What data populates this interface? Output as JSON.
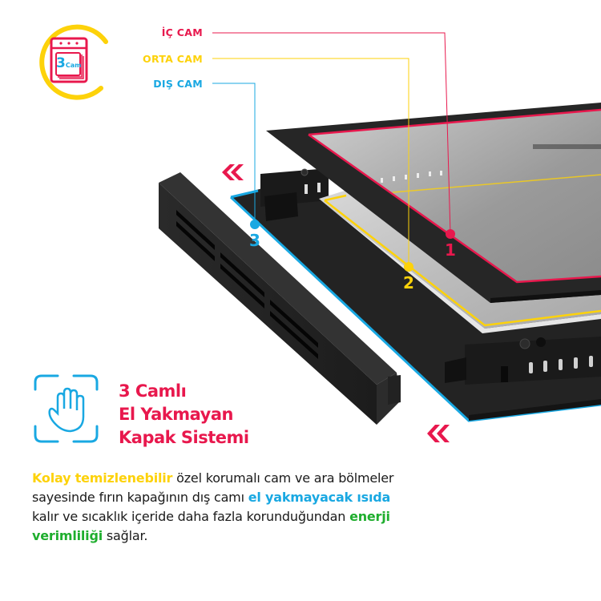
{
  "colors": {
    "inner_glass": "#e8184d",
    "middle_glass": "#fdd20a",
    "outer_glass": "#19a8e2",
    "green": "#1fae2e",
    "text": "#1a1a1a"
  },
  "badge": {
    "icon": "oven-icon",
    "number": "3",
    "text": "Cam"
  },
  "callouts": [
    {
      "label": "İÇ CAM",
      "number": "1",
      "color": "#e8184d"
    },
    {
      "label": "ORTA CAM",
      "number": "2",
      "color": "#fdd20a"
    },
    {
      "label": "DIŞ CAM",
      "number": "3",
      "color": "#19a8e2"
    }
  ],
  "feature": {
    "icon": "hand-icon",
    "title_lines": [
      "3 Camlı",
      "El Yakmayan",
      "Kapak Sistemi"
    ]
  },
  "description": {
    "part1_highlight": "Kolay temizlenebilir",
    "part1": " özel korumalı cam ve ara bölmeler sayesinde fırın kapağının dış camı ",
    "part2_highlight": "el yakmayacak ısıda",
    "part2": " kalır ve sıcaklık içeride daha fazla korunduğundan ",
    "part3_highlight": "enerji verimliliği",
    "part3": " sağlar."
  }
}
